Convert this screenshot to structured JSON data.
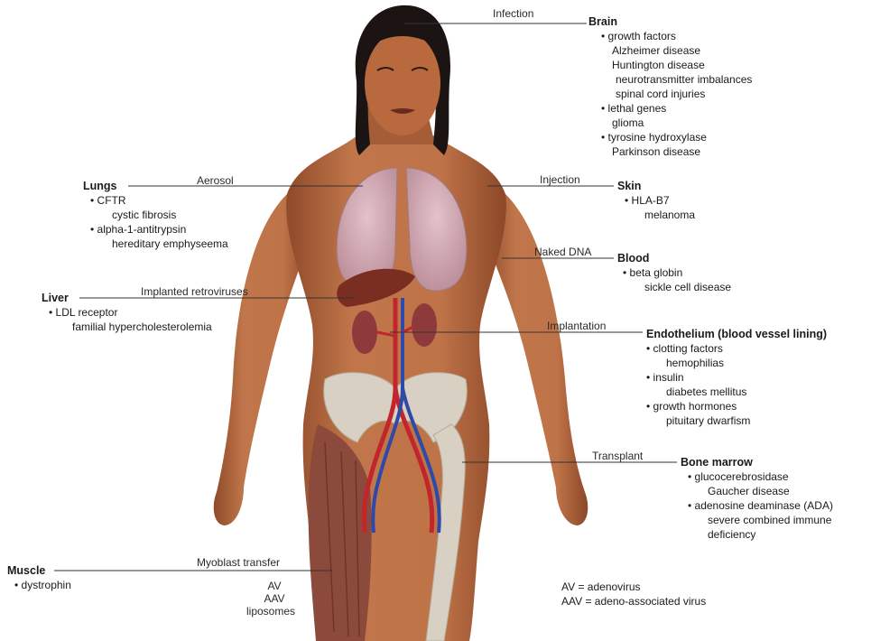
{
  "methods": {
    "infection": "Infection",
    "aerosol": "Aerosol",
    "injection": "Injection",
    "naked_dna": "Naked DNA",
    "implanted_retroviruses": "Implanted retroviruses",
    "implantation": "Implantation",
    "transplant": "Transplant",
    "myoblast_transfer": "Myoblast transfer",
    "vectors": [
      "AV",
      "AAV",
      "liposomes"
    ]
  },
  "organs": {
    "brain": {
      "title": "Brain",
      "lines": [
        "• growth factors",
        "Alzheimer disease",
        "Huntington disease",
        "neurotransmitter imbalances",
        "spinal cord injuries",
        "• lethal genes",
        "glioma",
        "• tyrosine hydroxylase",
        "Parkinson disease"
      ]
    },
    "lungs": {
      "title": "Lungs",
      "lines": [
        "• CFTR",
        "cystic fibrosis",
        "• alpha-1-antitrypsin",
        "hereditary emphyseema"
      ]
    },
    "skin": {
      "title": "Skin",
      "lines": [
        "• HLA-B7",
        "melanoma"
      ]
    },
    "blood": {
      "title": "Blood",
      "lines": [
        "• beta globin",
        "sickle cell disease"
      ]
    },
    "liver": {
      "title": "Liver",
      "lines": [
        "• LDL receptor",
        "familial hypercholesterolemia"
      ]
    },
    "endothelium": {
      "title": "Endothelium (blood vessel lining)",
      "lines": [
        "• clotting factors",
        "hemophilias",
        "• insulin",
        "diabetes mellitus",
        "• growth hormones",
        "pituitary dwarfism"
      ]
    },
    "bone_marrow": {
      "title": "Bone marrow",
      "lines": [
        "• glucocerebrosidase",
        "Gaucher disease",
        "• adenosine deaminase (ADA)",
        "severe combined immune",
        "deficiency"
      ]
    },
    "muscle": {
      "title": "Muscle",
      "lines": [
        "• dystrophin"
      ]
    }
  },
  "legend": [
    "AV = adenovirus",
    "AAV = adeno-associated virus"
  ],
  "colors": {
    "skin": "#b5683f",
    "skin_dark": "#8a4528",
    "hair": "#1c1412",
    "lungs": "#c9a3ad",
    "liver": "#7a2e22",
    "kidney": "#8e3a3a",
    "artery": "#c0262b",
    "vein": "#2e4aa8",
    "bone": "#d8d0c2",
    "muscle": "#8b4a3c",
    "leader": "#333333"
  }
}
